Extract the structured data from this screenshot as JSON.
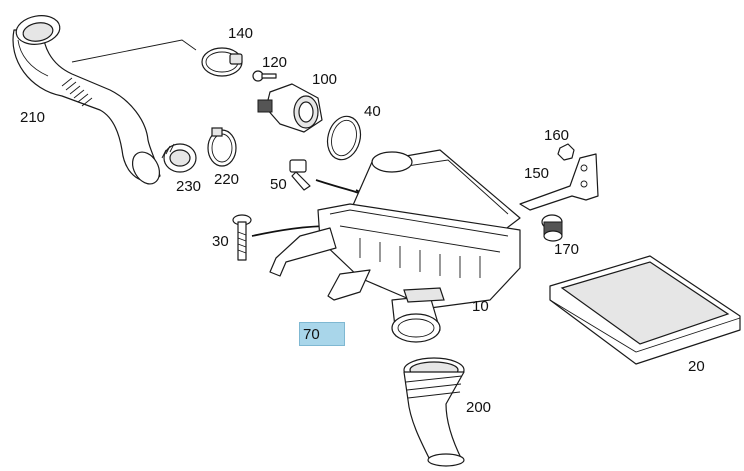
{
  "parts": [
    {
      "id": "p10",
      "number": "10"
    },
    {
      "id": "p20",
      "number": "20"
    },
    {
      "id": "p30",
      "number": "30"
    },
    {
      "id": "p40",
      "number": "40"
    },
    {
      "id": "p50",
      "number": "50"
    },
    {
      "id": "p70",
      "number": "70",
      "highlighted": true
    },
    {
      "id": "p100",
      "number": "100"
    },
    {
      "id": "p120",
      "number": "120"
    },
    {
      "id": "p140",
      "number": "140"
    },
    {
      "id": "p150",
      "number": "150"
    },
    {
      "id": "p160",
      "number": "160"
    },
    {
      "id": "p170",
      "number": "170"
    },
    {
      "id": "p200",
      "number": "200"
    },
    {
      "id": "p210",
      "number": "210"
    },
    {
      "id": "p220",
      "number": "220"
    },
    {
      "id": "p230",
      "number": "230"
    }
  ],
  "colors": {
    "highlight": "#a9d6ea",
    "line": "#1a1a1a"
  }
}
